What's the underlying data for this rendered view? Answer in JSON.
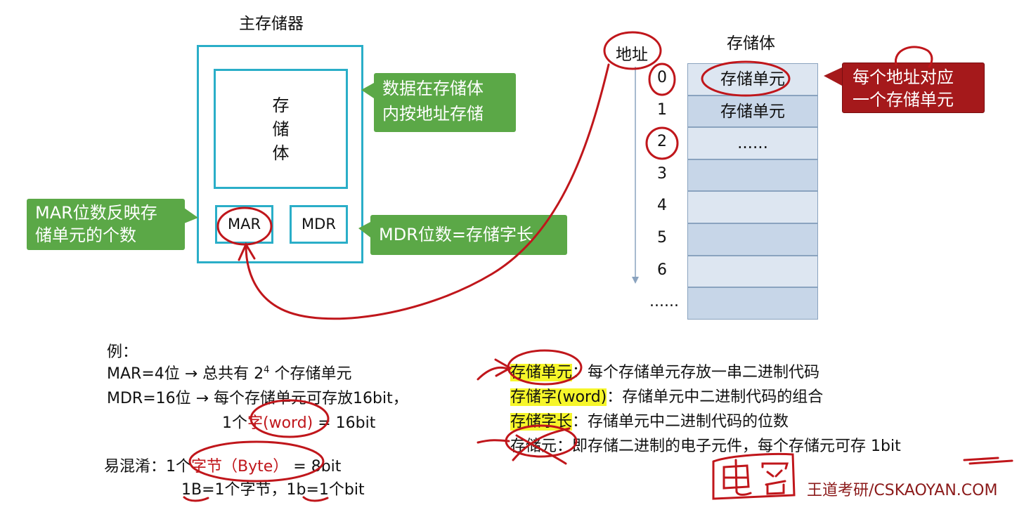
{
  "main_memory": {
    "title": "主存储器",
    "storage_body": "存\n储\n体",
    "mar": "MAR",
    "mdr": "MDR",
    "callout_storage": "数据在存储体\n内按地址存储",
    "callout_mar": "MAR位数反映存\n储单元的个数",
    "callout_mdr": "MDR位数=存储字长"
  },
  "storage_table": {
    "title": "存储体",
    "address_label": "地址",
    "addresses": [
      "0",
      "1",
      "2",
      "3",
      "4",
      "5",
      "6",
      "......"
    ],
    "cells": [
      "存储单元",
      "存储单元",
      "......",
      "",
      "",
      "",
      "",
      ""
    ],
    "callout": "每个地址对应\n一个存储单元"
  },
  "example": {
    "heading": "例：",
    "line1": "MAR=4位 → 总共有 2",
    "line1_sup": "4",
    "line1_tail": " 个存储单元",
    "line2": "MDR=16位 → 每个存储单元可存放16bit，",
    "line3_pre": "1个",
    "line3_red": "字(word)",
    "line3_post": " = 16bit",
    "confuse_pre": "易混淆：1个",
    "confuse_red": "字节（Byte）",
    "confuse_post": " = 8bit",
    "line5": "1B=1个字节，1b=1个bit"
  },
  "definitions": [
    {
      "term": "存储单元",
      "desc": "：每个存储单元存放一串二进制代码",
      "highlight": true
    },
    {
      "term": "存储字(word)",
      "desc": "：存储单元中二进制代码的组合",
      "highlight": true
    },
    {
      "term": "存储字长",
      "desc": "：存储单元中二进制代码的位数",
      "highlight": true
    },
    {
      "term": "存储元",
      "desc": "：即存储二进制的电子元件，每个存储元可存 1bit",
      "highlight": false
    }
  ],
  "handwriting": "电容",
  "watermark": "王道考研/CSKAOYAN.COM",
  "colors": {
    "box": "#2aaec8",
    "green": "#5ba847",
    "red_callout": "#a5191b",
    "ink": "#c0161b",
    "highlight": "#f6f62a"
  }
}
